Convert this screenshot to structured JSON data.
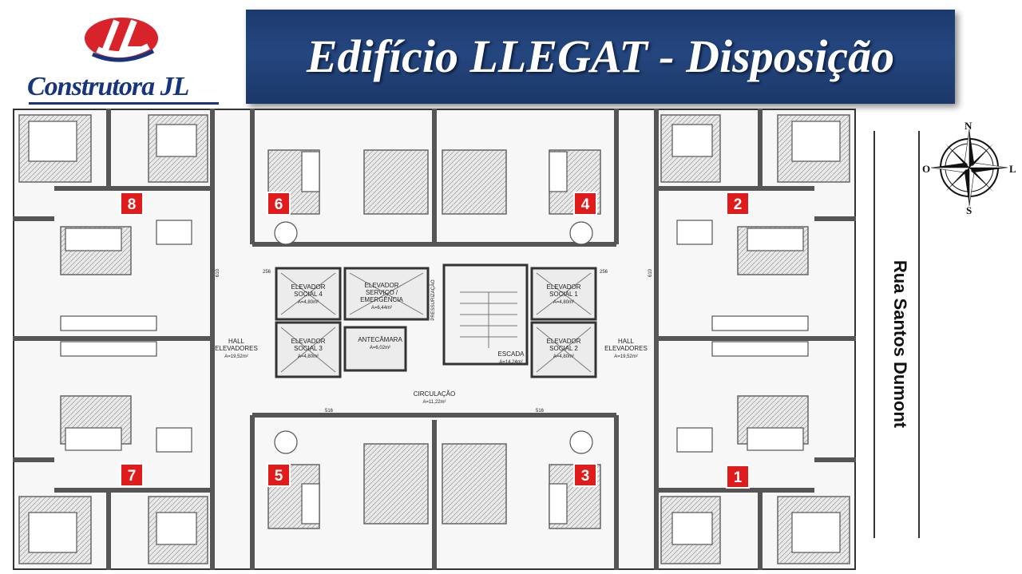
{
  "logo": {
    "text": "Construtora JL",
    "colors": {
      "red": "#d8232a",
      "blue": "#17357e"
    }
  },
  "header": {
    "title": "Edifício LLEGAT - Disposição",
    "bg": "#1f3f75"
  },
  "street": {
    "name": "Rua Santos Dumont"
  },
  "compass": {
    "n": "N",
    "s": "S",
    "o": "O",
    "l": "L"
  },
  "units": [
    "1",
    "2",
    "3",
    "4",
    "5",
    "6",
    "7",
    "8"
  ],
  "rooms": {
    "elev_social_4": {
      "name": "ELEVADOR",
      "sub": "SOCIAL 4",
      "area": "A=4,80m²"
    },
    "elev_servico": {
      "name": "ELEVADOR",
      "sub": "SERVIÇO /",
      "sub2": "EMERGÊNCIA",
      "area": "A=6,44m²"
    },
    "pressurizacao": "PRESSURIZAÇÃO",
    "elev_social_1": {
      "name": "ELEVADOR",
      "sub": "SOCIAL 1",
      "area": "A=4,80m²"
    },
    "elev_social_3": {
      "name": "ELEVADOR",
      "sub": "SOCIAL 3",
      "area": "A=4,80m²"
    },
    "antecamara": {
      "name": "ANTECÂMARA",
      "area": "A=6,02m²"
    },
    "escada": {
      "name": "ESCADA",
      "area": "A=14,24m²"
    },
    "elev_social_2": {
      "name": "ELEVADOR",
      "sub": "SOCIAL 2",
      "area": "A=4,80m²"
    },
    "hall_left": {
      "name": "HALL",
      "sub": "ELEVADORES",
      "area": "A=19,52m²"
    },
    "hall_right": {
      "name": "HALL",
      "sub": "ELEVADORES",
      "area": "A=19,52m²"
    },
    "circulacao": {
      "name": "CIRCULAÇÃO",
      "area": "A=11,22m²"
    }
  },
  "dims": {
    "d256a": "256",
    "d256b": "256",
    "d516a": "516",
    "d516b": "516",
    "d610a": "610",
    "d610b": "610"
  }
}
